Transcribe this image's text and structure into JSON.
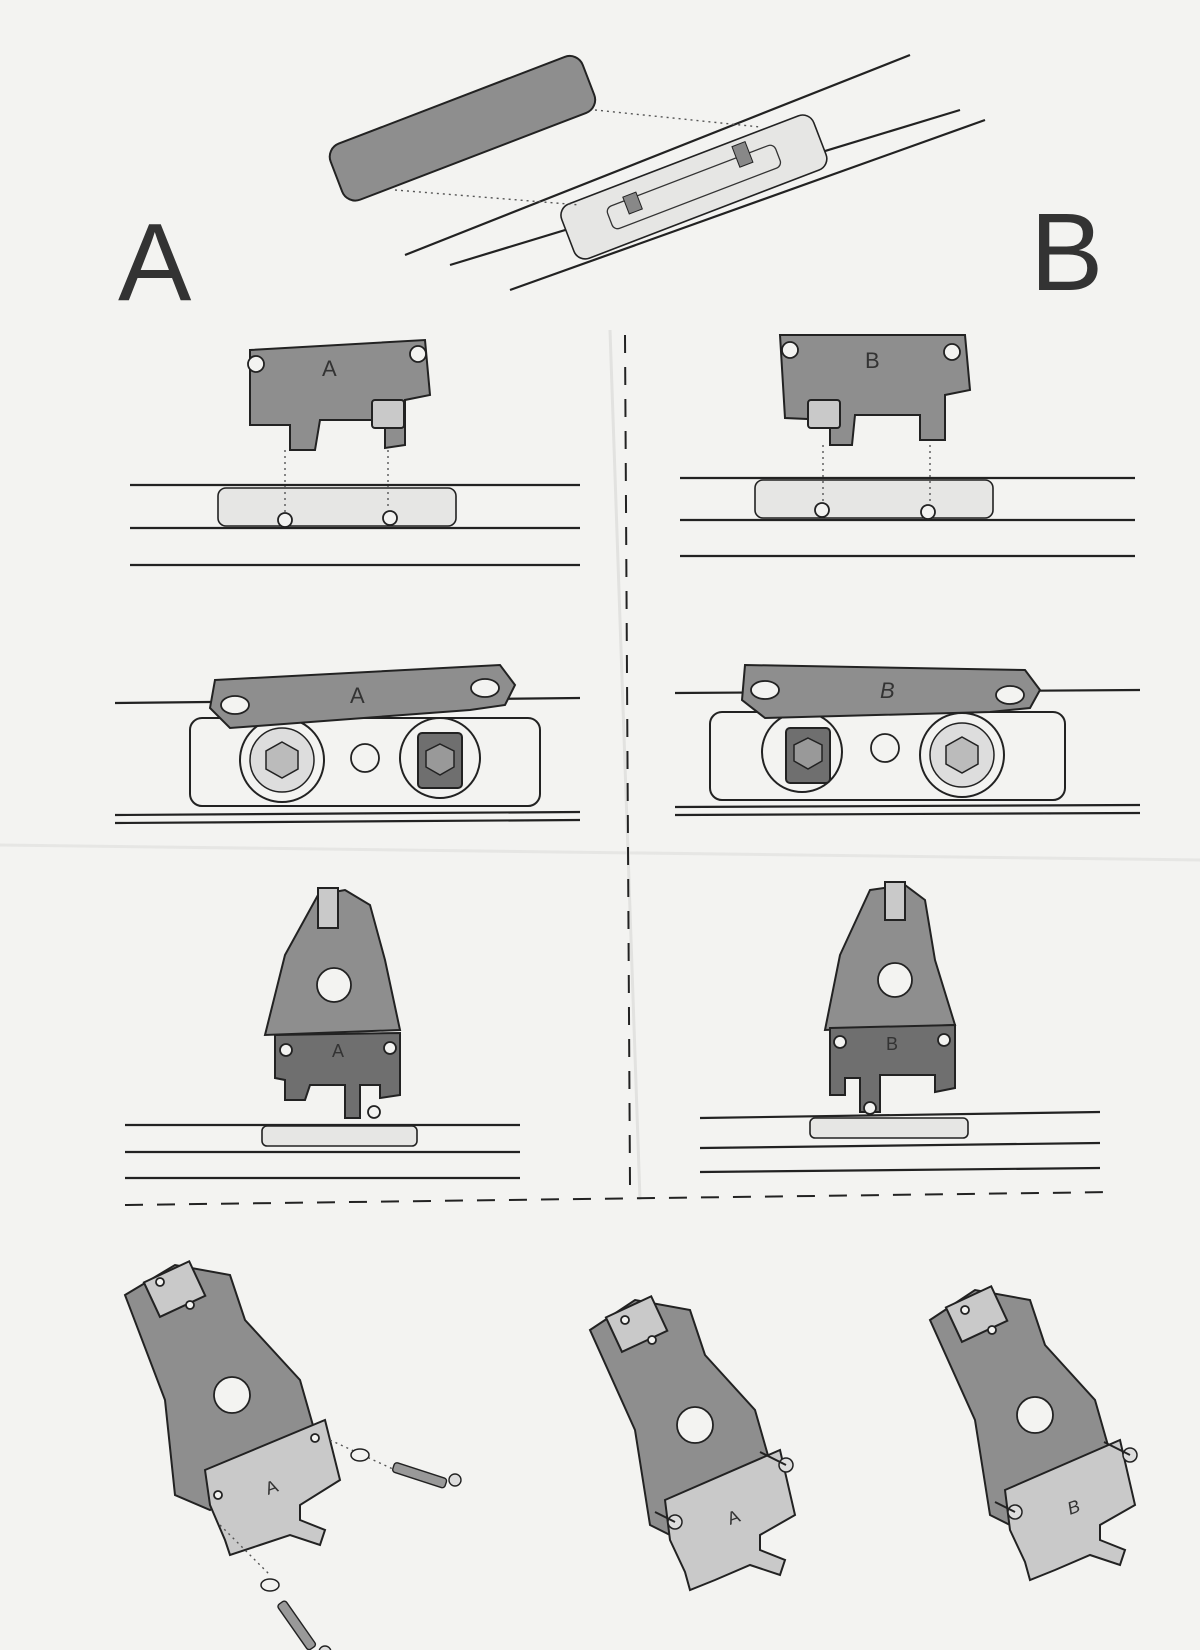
{
  "labels": {
    "section_a": "A",
    "section_b": "B",
    "plate_a": "A",
    "plate_b": "B"
  }
}
